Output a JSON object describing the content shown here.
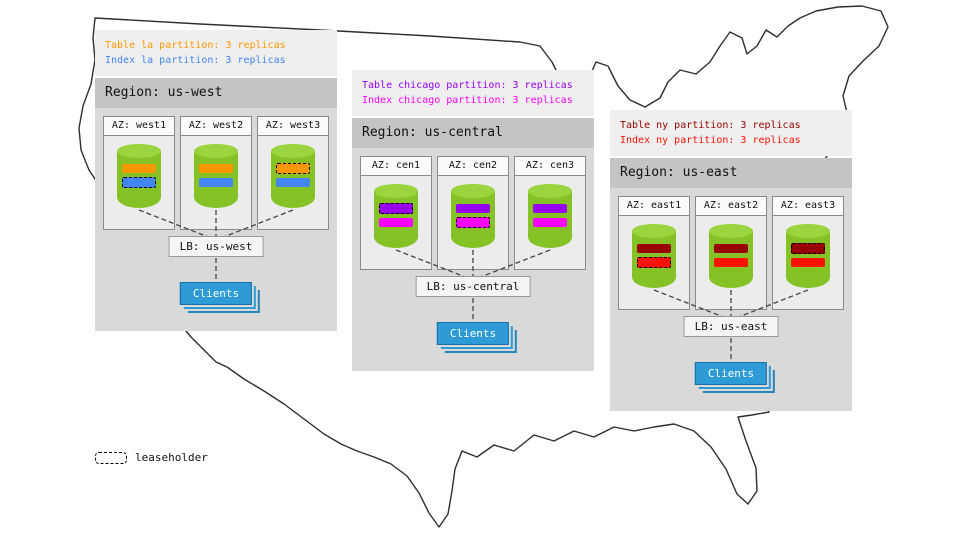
{
  "key": {
    "label": "leaseholder"
  },
  "colors": {
    "table_la": "#FF9800",
    "index_la": "#4285F4",
    "table_chicago": "#9900F0",
    "index_chicago": "#FF00FF",
    "table_ny": "#990000",
    "index_ny": "#FF1100",
    "cylinder": "#84C225",
    "cylinder_top": "#9BD43F",
    "clients": "#2E9BD6",
    "region_bg": "#D9D9D9",
    "region_header_bg": "#C4C4C4",
    "legend_bg": "#EFEFEF",
    "connector": "#444444"
  },
  "regions": [
    {
      "title": "Region: us-west",
      "legend_lines": [
        {
          "text": "Table la partition: 3 replicas"
        },
        {
          "text": "Index la partition: 3 replicas"
        }
      ],
      "azs": [
        {
          "label": "AZ: west1",
          "table_leaseholder": false,
          "index_leaseholder": true
        },
        {
          "label": "AZ: west2",
          "table_leaseholder": false,
          "index_leaseholder": false
        },
        {
          "label": "AZ: west3",
          "table_leaseholder": true,
          "index_leaseholder": false
        }
      ],
      "lb_label": "LB: us-west",
      "clients_label": "Clients"
    },
    {
      "title": "Region: us-central",
      "legend_lines": [
        {
          "text": "Table chicago partition: 3 replicas"
        },
        {
          "text": "Index chicago partition: 3 replicas"
        }
      ],
      "azs": [
        {
          "label": "AZ: cen1",
          "table_leaseholder": true,
          "index_leaseholder": false
        },
        {
          "label": "AZ: cen2",
          "table_leaseholder": false,
          "index_leaseholder": true
        },
        {
          "label": "AZ: cen3",
          "table_leaseholder": false,
          "index_leaseholder": false
        }
      ],
      "lb_label": "LB: us-central",
      "clients_label": "Clients"
    },
    {
      "title": "Region: us-east",
      "legend_lines": [
        {
          "text": "Table ny partition: 3 replicas"
        },
        {
          "text": "Index ny partition: 3 replicas"
        }
      ],
      "azs": [
        {
          "label": "AZ: east1",
          "table_leaseholder": false,
          "index_leaseholder": true
        },
        {
          "label": "AZ: east2",
          "table_leaseholder": false,
          "index_leaseholder": false
        },
        {
          "label": "AZ: east3",
          "table_leaseholder": true,
          "index_leaseholder": false
        }
      ],
      "lb_label": "LB: us-east",
      "clients_label": "Clients"
    }
  ]
}
